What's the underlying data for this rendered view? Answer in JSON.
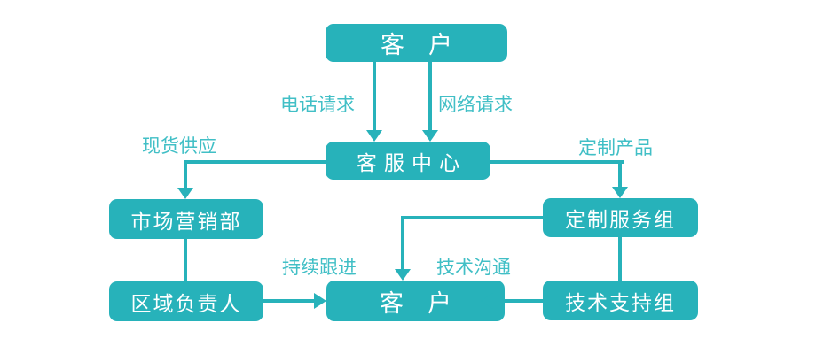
{
  "colors": {
    "teal": "#27b2ba",
    "teal_light": "#41bfc6",
    "node_text": "#ffffff",
    "background": "#ffffff"
  },
  "diagram": {
    "nodes": {
      "customer_top": {
        "label": "客户"
      },
      "service_center": {
        "label": "客服中心"
      },
      "marketing_dept": {
        "label": "市场营销部"
      },
      "custom_service_group": {
        "label": "定制服务组"
      },
      "regional_manager": {
        "label": "区域负责人"
      },
      "customer_bottom": {
        "label": "客户"
      },
      "tech_support_group": {
        "label": "技术支持组"
      }
    },
    "edge_labels": {
      "phone_request": "电话请求",
      "web_request": "网络请求",
      "spot_supply": "现货供应",
      "custom_product": "定制产品",
      "continuous_followup": "持续跟进",
      "tech_communication": "技术沟通"
    },
    "edges": [
      {
        "from": "客户",
        "to": "客服中心",
        "label": "电话请求"
      },
      {
        "from": "客户",
        "to": "客服中心",
        "label": "网络请求"
      },
      {
        "from": "客服中心",
        "to": "市场营销部",
        "label": "现货供应"
      },
      {
        "from": "客服中心",
        "to": "定制服务组",
        "label": "定制产品"
      },
      {
        "from": "市场营销部",
        "to": "区域负责人",
        "label": ""
      },
      {
        "from": "定制服务组",
        "to": "技术支持组",
        "label": ""
      },
      {
        "from": "定制服务组",
        "to": "客户",
        "label": ""
      },
      {
        "from": "区域负责人",
        "to": "客户",
        "label": "持续跟进"
      },
      {
        "from": "技术支持组",
        "to": "客户",
        "label": "技术沟通"
      }
    ]
  }
}
